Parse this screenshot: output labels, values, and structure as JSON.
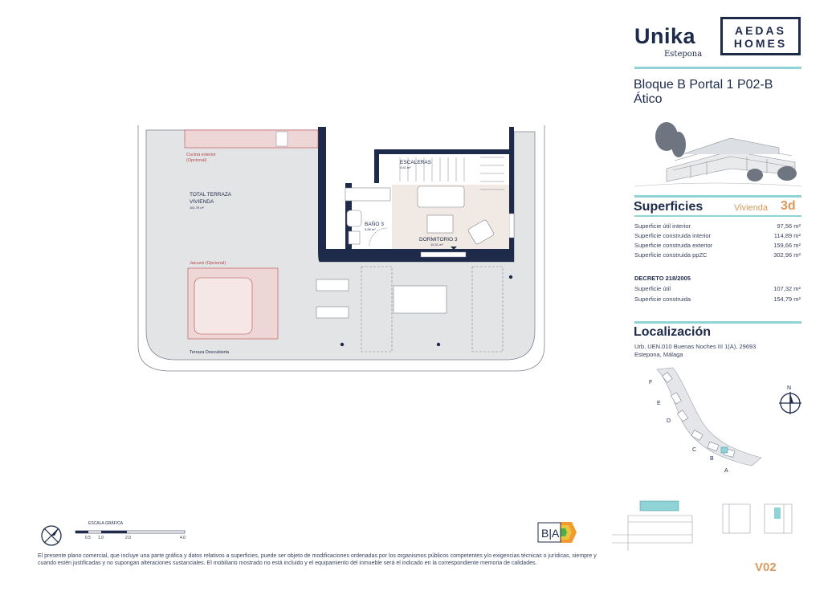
{
  "brand": {
    "name": "Unika",
    "location": "Estepona",
    "developer_line1": "AEDAS",
    "developer_line2": "HOMES"
  },
  "unit": {
    "line1": "Bloque B Portal 1 P02-B",
    "line2": "Ático"
  },
  "superficies": {
    "title": "Superficies",
    "vivienda_label": "Vivienda",
    "vivienda_value": "3d",
    "rows": [
      {
        "label": "Superficie útil interior",
        "value": "97,56 m²"
      },
      {
        "label": "Superficie construida interior",
        "value": "114,89 m²"
      },
      {
        "label": "Superficie construida exterior",
        "value": "159,66 m²"
      },
      {
        "label": "Superficie construida ppZC",
        "value": "302,96 m²"
      }
    ],
    "decreto_title": "DECRETO 218/2005",
    "decreto_rows": [
      {
        "label": "Superficie útil",
        "value": "107,32 m²"
      },
      {
        "label": "Superficie construida",
        "value": "154,79 m²"
      }
    ]
  },
  "localizacion": {
    "title": "Localización",
    "address_line1": "Urb. UEN.010 Buenas Noches III 1(A), 29693",
    "address_line2": "Estepona, Málaga",
    "blocks": [
      "F",
      "E",
      "D",
      "C",
      "B",
      "A"
    ],
    "north": "N"
  },
  "plan": {
    "terrace_title_1": "TOTAL TERRAZA",
    "terrace_title_2": "VIVIENDA",
    "terrace_area": "161,76 m²",
    "kitchen_1": "Cocina exterior",
    "kitchen_2": "(Opcional)",
    "jacuzzi": "Jacuzzi (Opcional)",
    "terrace_uncovered": "Terraza Descubierta",
    "stairs": "ESCALERAS",
    "stairs_area": "4,61 m²",
    "bath": "BAÑO 3",
    "bath_area": "3,89 m²",
    "bedroom": "DORMITORIO 3",
    "bedroom_area": "15,31 m²"
  },
  "scale": {
    "title": "ESCALA GRÁFICA",
    "ticks": [
      "0.5",
      "1.0",
      "2.0",
      "4.0"
    ]
  },
  "energy_label": "B|A",
  "disclaimer": "El presente plano comercial, que incluye una parte gráfica y datos relativos a superficies, puede ser objeto de modificaciones ordenadas por los organismos públicos competentes y/o exigencias técnicas o jurídicas, siempre y cuando estén justificadas y no supongan alteraciones sustanciales. El mobiliario mostrado no está incluido y el equipamiento del inmueble será el indicado en la correspondiente memoria de calidades.",
  "version": "V02",
  "colors": {
    "navy": "#1d2a4a",
    "teal": "#8fd3d6",
    "accent": "#d99a5e",
    "optional_red": "#b54848"
  }
}
